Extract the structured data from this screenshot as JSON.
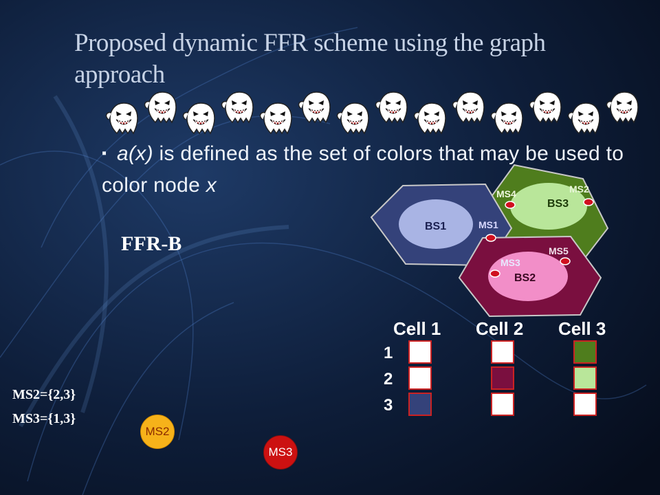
{
  "slide": {
    "title": "Proposed dynamic FFR scheme using the graph approach",
    "bullet": {
      "term": "a(x)",
      "text": " is defined as the set of colors that may be used to color node ",
      "var": "x"
    },
    "scheme_label": "FFR-B",
    "sets": [
      "MS2={2,3}",
      "MS3={1,3}"
    ]
  },
  "diagram": {
    "bs_labels": [
      "BS1",
      "BS2",
      "BS3"
    ],
    "ms_labels": [
      "MS1",
      "MS2",
      "MS3",
      "MS4",
      "MS5"
    ],
    "colors": {
      "cell1_outer": "#34427a",
      "cell1_inner": "#a9b4e4",
      "cell2_outer": "#7a0f3f",
      "cell2_inner": "#f28ec8",
      "cell3_outer": "#4f7d1d",
      "cell3_inner": "#b9e69a",
      "ms_dot": "#d01020"
    }
  },
  "allocation": {
    "cell_headers": [
      "Cell 1",
      "Cell 2",
      "Cell 3"
    ],
    "row_labels": [
      "1",
      "2",
      "3"
    ],
    "cells": [
      [
        "#ffffff",
        "#ffffff",
        "#34427a"
      ],
      [
        "#ffffff",
        "#7a0f3f",
        "#ffffff"
      ],
      [
        "#4f7d1d",
        "#b9e69a",
        "#ffffff"
      ]
    ]
  },
  "tokens": [
    "MS2",
    "MS3"
  ],
  "icons": [
    "ghost-icon"
  ]
}
